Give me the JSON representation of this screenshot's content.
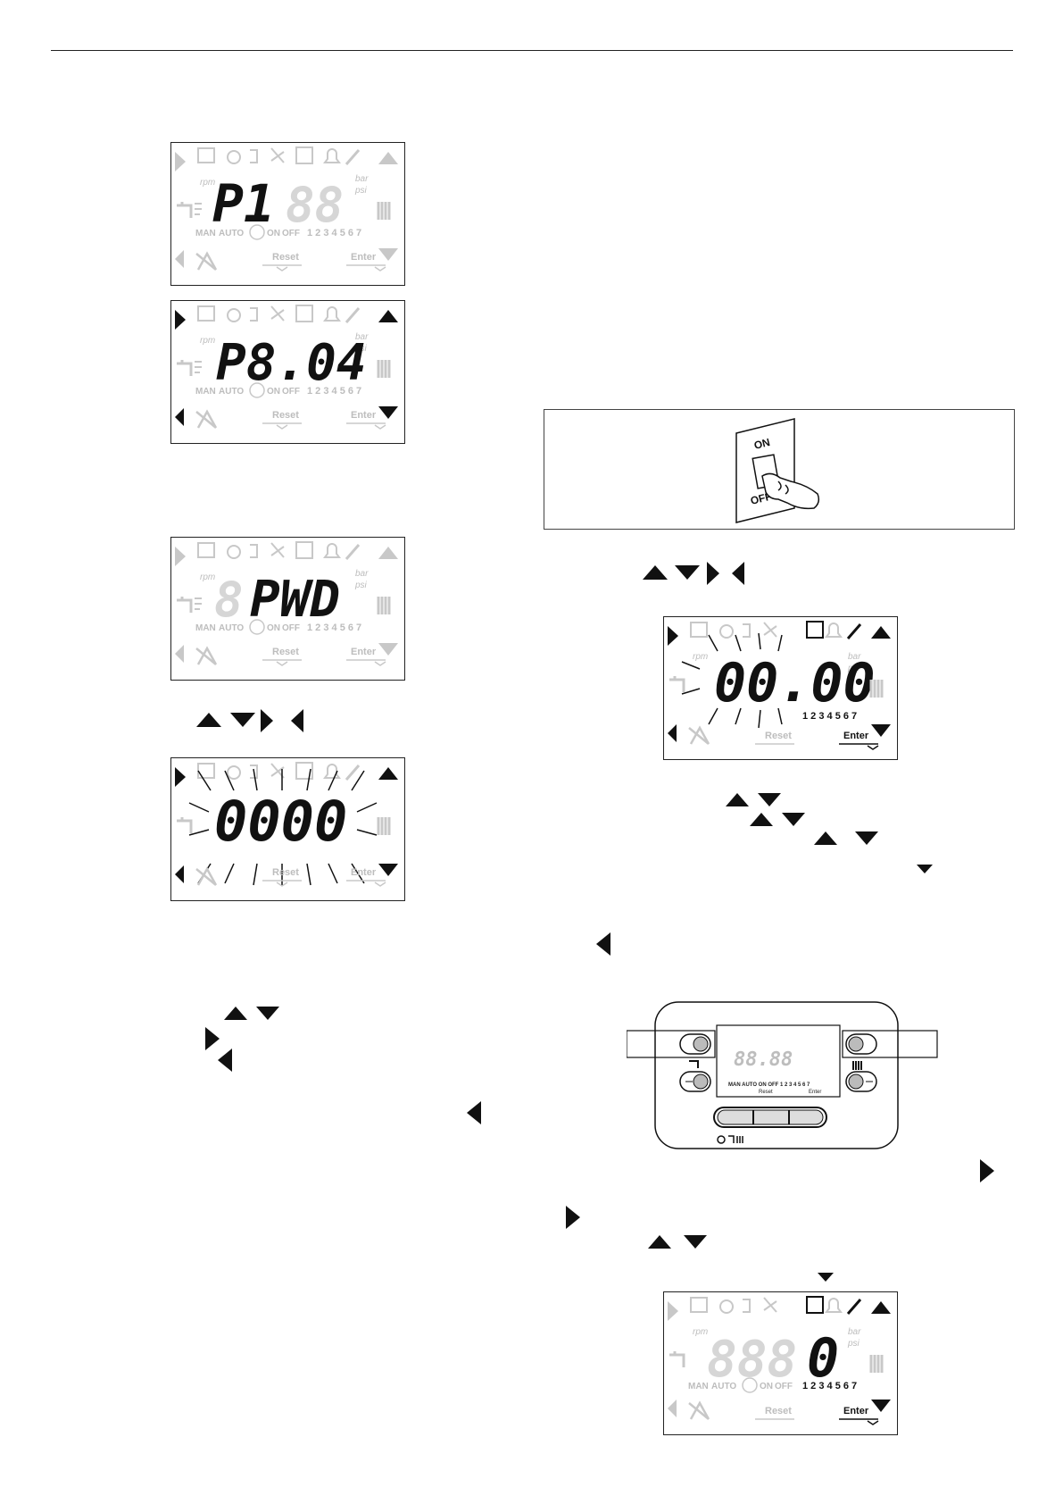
{
  "lcd": {
    "rpm": "rpm",
    "bar": "bar",
    "psi": "psi",
    "man": "MAN",
    "auto": "AUTO",
    "on": "ON",
    "off": "OFF",
    "days": "1 2 3 4 5 6 7",
    "reset": "Reset",
    "enter": "Enter"
  },
  "screens": [
    {
      "id": "p1",
      "main": "P1"
    },
    {
      "id": "p804",
      "main": "P8.04"
    },
    {
      "id": "pwd",
      "main": "PWD"
    },
    {
      "id": "code-blink",
      "main": "0000"
    },
    {
      "id": "code-blink-2",
      "main": "00.00"
    },
    {
      "id": "digit-0",
      "main": "0"
    }
  ],
  "switch": {
    "on_label": "ON",
    "off_label": "OFF"
  },
  "colors": {
    "ink": "#111111",
    "ghost_segment": "#c8c8c8"
  }
}
